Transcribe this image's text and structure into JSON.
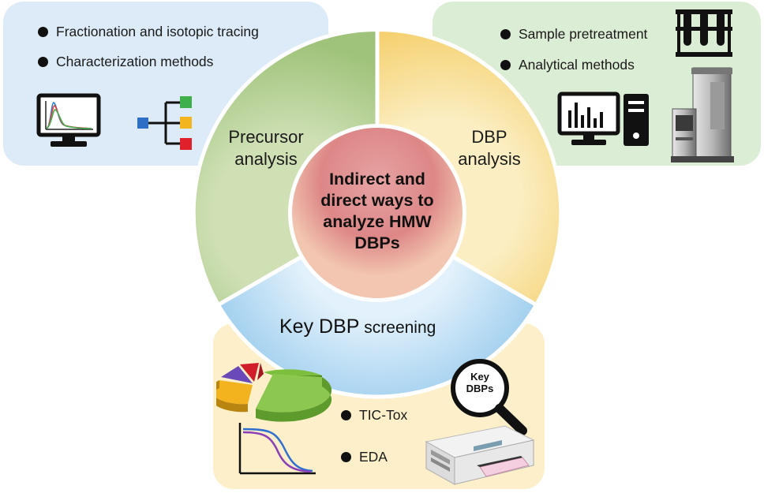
{
  "precursor_panel": {
    "bullets": [
      "Fractionation and isotopic tracing",
      "Characterization methods"
    ]
  },
  "dbp_panel": {
    "bullets": [
      "Sample pretreatment",
      "Analytical methods"
    ]
  },
  "screening_panel": {
    "bullets": [
      "TIC-Tox",
      "EDA"
    ],
    "magnifier_label": "Key DBPs"
  },
  "wheel": {
    "segment_precursor": "Precursor analysis",
    "segment_dbp": "DBP analysis",
    "segment_screening_big": "Key DBP",
    "segment_screening_small": " screening",
    "center": "Indirect and direct ways to analyze HMW DBPs"
  },
  "colors": {
    "precursor_panel": "#dcebf7",
    "dbp_panel": "#dcedd5",
    "screening_panel": "#fcefc9",
    "segment_precursor": "#a9c983",
    "segment_dbp": "#f6d684",
    "segment_screening": "#a7d3f0",
    "center": "#e08a8a"
  },
  "icons": [
    "monitor-chromatogram-icon",
    "tree-hierarchy-icon",
    "test-tubes-rack-icon",
    "computer-barchart-icon",
    "mass-spectrometer-icon",
    "pie-chart-3d-icon",
    "dose-response-curves-icon",
    "magnifier-icon",
    "printer-icon"
  ]
}
